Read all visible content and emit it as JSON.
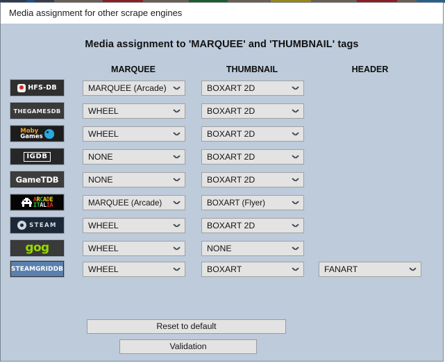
{
  "window": {
    "title": "Media assignment for other scrape engines",
    "form_title": "Media assignment to 'MARQUEE' and 'THUMBNAIL' tags",
    "background_color": "#bdcbdb",
    "titlebar_color": "#ffffff"
  },
  "columns": {
    "marquee": "MARQUEE",
    "thumbnail": "THUMBNAIL",
    "header": "HEADER"
  },
  "rows": [
    {
      "engine": "HFS-DB",
      "logo_icon": "hfs-db-logo",
      "marquee": "MARQUEE (Arcade)",
      "thumbnail": "BOXART 2D",
      "header": ""
    },
    {
      "engine": "THEGAMESDB",
      "logo_icon": "thegamesdb-logo",
      "marquee": "WHEEL",
      "thumbnail": "BOXART 2D",
      "header": ""
    },
    {
      "engine": "MobyGames",
      "logo_icon": "mobygames-logo",
      "logo_line1": "Moby",
      "logo_line2": "Games",
      "marquee": "WHEEL",
      "thumbnail": "BOXART 2D",
      "header": ""
    },
    {
      "engine": "IGDB",
      "logo_icon": "igdb-logo",
      "marquee": "NONE",
      "thumbnail": "BOXART 2D",
      "header": ""
    },
    {
      "engine": "GameTDB",
      "logo_icon": "gametdb-logo",
      "marquee": "NONE",
      "thumbnail": "BOXART 2D",
      "header": ""
    },
    {
      "engine": "ARCADE ITALIA",
      "logo_icon": "arcade-italia-logo",
      "logo_line1": "ARCADE",
      "logo_line2": "ITALIA",
      "marquee": "MARQUEE (Arcade)",
      "thumbnail": "BOXART (Flyer)",
      "header": ""
    },
    {
      "engine": "STEAM",
      "logo_icon": "steam-logo",
      "marquee": "WHEEL",
      "thumbnail": "BOXART 2D",
      "header": ""
    },
    {
      "engine": "gog",
      "logo_icon": "gog-logo",
      "marquee": "WHEEL",
      "thumbnail": "NONE",
      "header": ""
    },
    {
      "engine": "STEAMGRIDDB",
      "logo_icon": "steamgriddb-logo",
      "marquee": "WHEEL",
      "thumbnail": "BOXART",
      "header": "FANART"
    }
  ],
  "buttons": {
    "reset": "Reset to default",
    "validation": "Validation"
  }
}
